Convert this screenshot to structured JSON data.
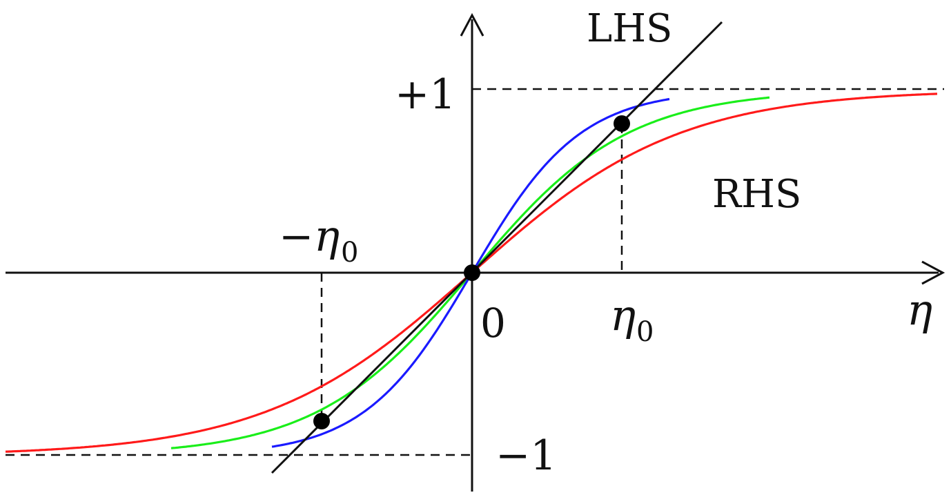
{
  "diagram": {
    "labels": {
      "lhs": "LHS",
      "rhs": "RHS",
      "plus_one": "+1",
      "minus_one": "−1",
      "origin": "0",
      "eta_axis": "η",
      "eta0": "η",
      "eta0_sub": "0",
      "neg_eta0_sign": "−",
      "neg_eta0": "η",
      "neg_eta0_sub": "0"
    },
    "colors": {
      "axis": "#111111",
      "lhs_line": "#111111",
      "blue_curve": "#1a1aff",
      "green_curve": "#1aee1a",
      "red_curve": "#ff1a1a",
      "dashed": "#111111",
      "marker": "#000000"
    }
  }
}
